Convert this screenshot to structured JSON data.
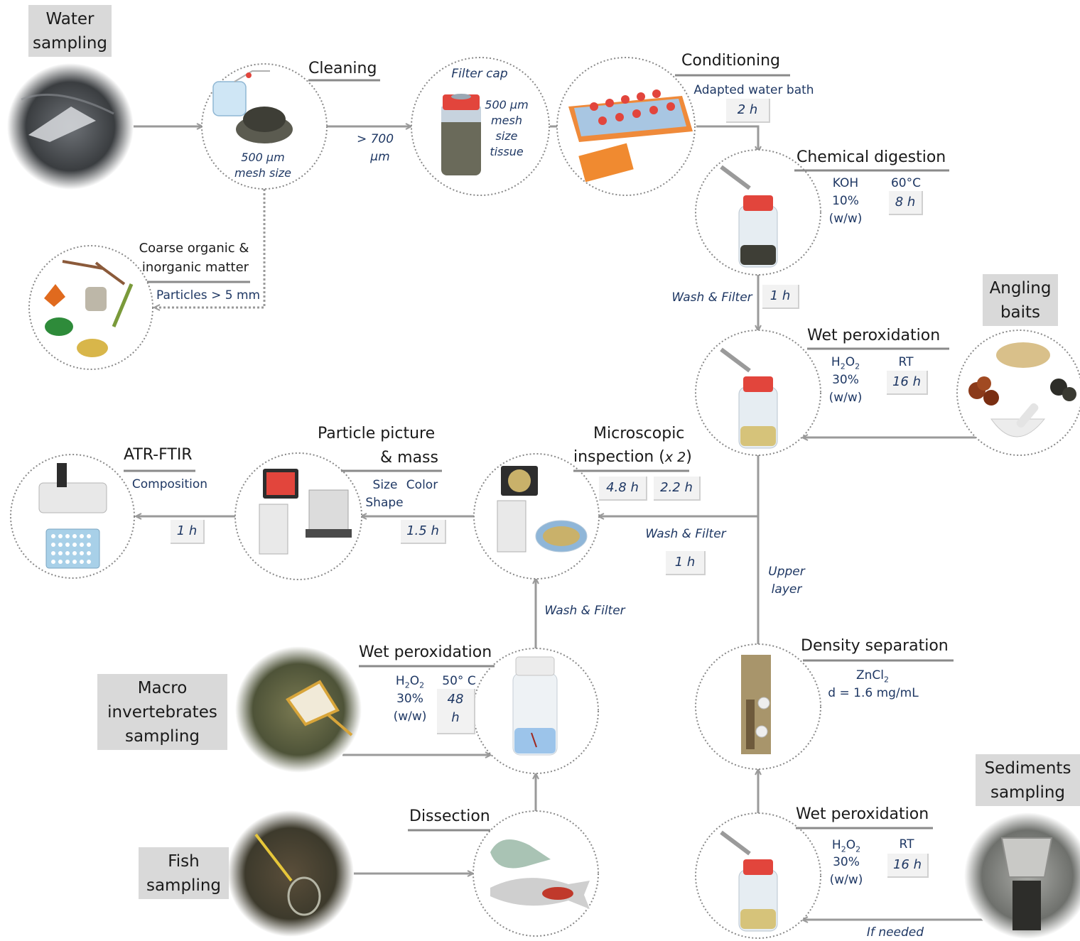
{
  "sampling_boxes": {
    "water": [
      "Water",
      "sampling"
    ],
    "angling": [
      "Angling",
      "baits"
    ],
    "macro": [
      "Macro",
      "invertebrates",
      "sampling"
    ],
    "fish": [
      "Fish",
      "sampling"
    ],
    "sediments": [
      "Sediments",
      "sampling"
    ]
  },
  "steps": {
    "cleaning": {
      "title": "Cleaning",
      "mesh": [
        "500 μm",
        "mesh size"
      ]
    },
    "filter_cap": {
      "label": "Filter cap",
      "mesh": [
        "500 μm",
        "mesh",
        "size",
        "tissue"
      ]
    },
    "conditioning": {
      "title": "Conditioning",
      "sub": "Adapted water bath",
      "time": "2 h"
    },
    "chemical_digestion": {
      "title": "Chemical digestion",
      "reagent": [
        "KOH",
        "10%",
        "(w/w)"
      ],
      "temp": "60°C",
      "time": "8 h"
    },
    "wet_perox_1": {
      "title": "Wet peroxidation",
      "reagent": [
        "H",
        "2",
        "O",
        "2",
        "30%",
        "(w/w)"
      ],
      "temp": "RT",
      "time": "16 h"
    },
    "coarse": {
      "title": [
        "Coarse organic &",
        "inorganic matter"
      ],
      "sub": "Particles > 5 mm"
    },
    "microscopic": {
      "title": [
        "Microscopic",
        "inspection ("
      ],
      "x2": "x 2",
      "close": ")",
      "time_a": "4.8 h",
      "time_b": "2.2 h"
    },
    "particle": {
      "title": [
        "Particle picture",
        "& mass"
      ],
      "props": [
        "Size",
        "Color",
        "Shape"
      ],
      "time": "1.5 h"
    },
    "atr": {
      "title": "ATR-FTIR",
      "sub": "Composition",
      "time": "1 h"
    },
    "density": {
      "title": "Density separation",
      "reagent": [
        "ZnCl",
        "2"
      ],
      "d": "d = 1.6 mg/mL"
    },
    "wet_perox_macro": {
      "title": "Wet peroxidation",
      "reagent": [
        "H",
        "2",
        "O",
        "2",
        "30%",
        "(w/w)"
      ],
      "temp": "50° C",
      "time": [
        "48",
        "h"
      ]
    },
    "dissection": {
      "title": "Dissection"
    },
    "wet_perox_sed": {
      "title": "Wet peroxidation",
      "reagent": [
        "H",
        "2",
        "O",
        "2",
        "30%",
        "(w/w)"
      ],
      "temp": "RT",
      "time": "16 h"
    }
  },
  "arrow_labels": {
    "gt700": [
      "> 700",
      "μm"
    ],
    "wash_filter_1": "Wash & Filter",
    "wash_filter_1_time": "1 h",
    "wash_filter_2": "Wash & Filter",
    "wash_filter_2_time": "1 h",
    "upper_layer": [
      "Upper",
      "layer"
    ],
    "wash_filter_3": "Wash & Filter",
    "if_needed": "If needed"
  },
  "colors": {
    "arrow": "#9a9a9a",
    "text_blue": "#1f3864",
    "gray_box": "#d9d9d9",
    "cap_red": "#e2453c"
  }
}
